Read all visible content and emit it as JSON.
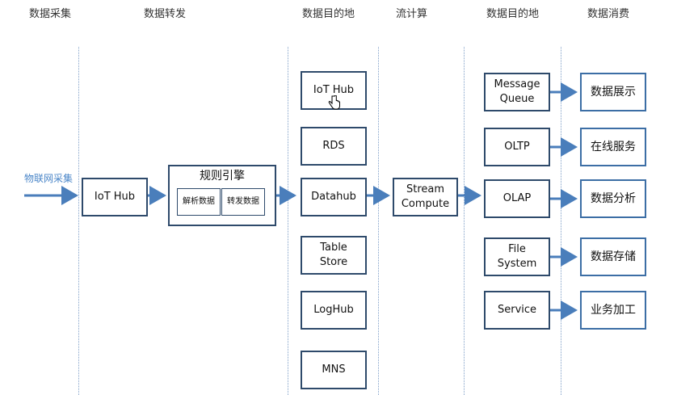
{
  "column_titles": [
    "数据采集",
    "数据转发",
    "数据目的地",
    "流计算",
    "数据目的地",
    "数据消费"
  ],
  "source_label": "物联网采集",
  "iot_hub": "IoT Hub",
  "rule_engine": {
    "title": "规则引擎",
    "parse": "解析数据",
    "forward": "转发数据"
  },
  "destinations": [
    "IoT Hub",
    "RDS",
    "Datahub",
    "Table\nStore",
    "LogHub",
    "MNS"
  ],
  "stream_compute": "Stream\nCompute",
  "stream_destinations": [
    "Message\nQueue",
    "OLTP",
    "OLAP",
    "File\nSystem",
    "Service"
  ],
  "consumers": [
    "数据展示",
    "在线服务",
    "数据分析",
    "数据存储",
    "业务加工"
  ],
  "colors": {
    "arrow": "#4a7ebb",
    "box_border": "#2e4a6b",
    "divider": "#7f9fc8",
    "source_label": "#4a86c8"
  },
  "icons": [
    "hand-cursor-icon"
  ]
}
